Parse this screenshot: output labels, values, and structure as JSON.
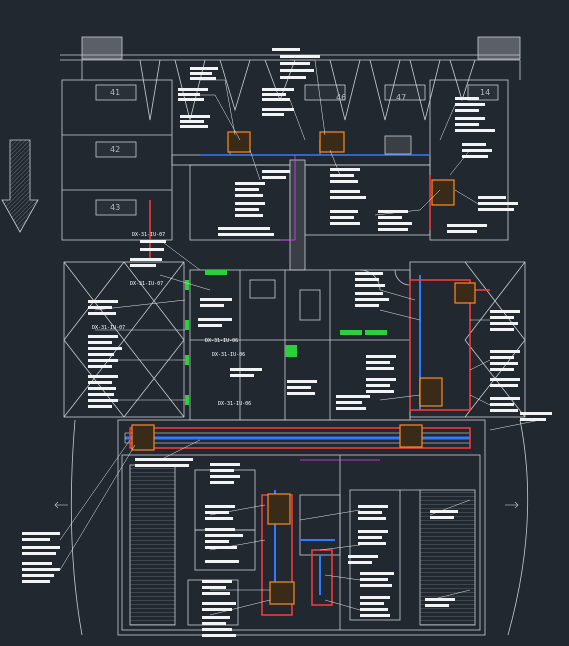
{
  "drawing": {
    "room_numbers": [
      "41",
      "42",
      "43",
      "46",
      "47",
      "14"
    ],
    "unit_tags": [
      "DX-31-IU-07",
      "DX-31-IU-07",
      "DX-31-IU-06",
      "DX-31-IU-06",
      "DX-31-IU-06",
      "DX-31-IU-07"
    ],
    "colors": {
      "background": "#212830",
      "walls": "#c8ccd2",
      "supply_duct": "#2f7bff",
      "return_duct": "#ff3b3b",
      "equipment": "#ff8a1f",
      "drain": "#2bd13a",
      "tag_leader": "#e040fb"
    },
    "north_arrow_icon": "hatched-down-arrow-icon"
  }
}
